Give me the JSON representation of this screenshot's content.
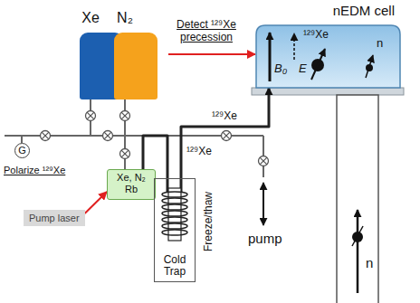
{
  "diagram": {
    "nodes": [
      {
        "text": [
          "Xe"
        ]
      },
      {
        "text": [
          "N₂"
        ]
      },
      {
        "text": [
          "G"
        ]
      },
      {
        "text": [
          "Xe, N₂ Rb"
        ]
      },
      {
        "text": [
          "Pump laser"
        ]
      },
      {
        "text": [
          "Cold Trap"
        ]
      },
      {
        "text": [
          "nEDM cell",
          "B₀",
          "E",
          "¹²⁹Xe",
          "n"
        ]
      }
    ],
    "edges": [
      {
        "from": 4,
        "to": 3,
        "arrow": "to"
      },
      {
        "from": 3,
        "to": 5,
        "arrow": "none",
        "label": "¹²⁹Xe"
      },
      {
        "from": 5,
        "to": 6,
        "arrow": "to",
        "label": "¹²⁹Xe"
      }
    ],
    "labels": [
      "Polarize ¹²⁹Xe",
      "Detect ¹²⁹Xe precession",
      "Freeze/thaw",
      "pump",
      "n"
    ]
  }
}
